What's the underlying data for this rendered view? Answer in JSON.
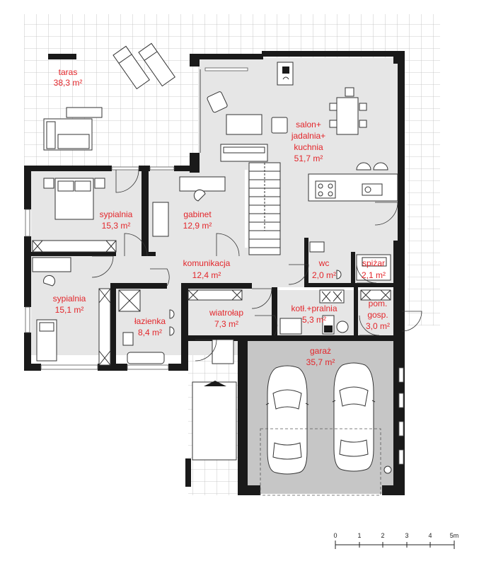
{
  "rooms": [
    {
      "id": "taras",
      "name": "taras",
      "area": "38,3 m²"
    },
    {
      "id": "salon",
      "name_lines": [
        "salon+",
        "jadalnia+",
        "kuchnia"
      ],
      "area": "51,7 m²"
    },
    {
      "id": "sypialnia1",
      "name": "sypialnia",
      "area": "15,3 m²"
    },
    {
      "id": "gabinet",
      "name": "gabinet",
      "area": "12,9 m²"
    },
    {
      "id": "komunikacja",
      "name": "komunikacja",
      "area": "12,4 m²"
    },
    {
      "id": "wc",
      "name": "wc",
      "area": "2,0 m²"
    },
    {
      "id": "spizar",
      "name": "spiżar",
      "area": "2,1 m²"
    },
    {
      "id": "sypialnia2",
      "name": "sypialnia",
      "area": "15,1 m²"
    },
    {
      "id": "lazienka",
      "name": "łazienka",
      "area": "8,4 m²"
    },
    {
      "id": "wiatrolap",
      "name": "wiatrołap",
      "area": "7,3 m²"
    },
    {
      "id": "kotl",
      "name": "kotł.+pralnia",
      "area": "5,3 m²"
    },
    {
      "id": "pom",
      "name_lines": [
        "pom.",
        "gosp."
      ],
      "area": "3,0 m²"
    },
    {
      "id": "garaz",
      "name": "garaż",
      "area": "35,7 m²"
    }
  ],
  "scale_bar": {
    "ticks": [
      "0",
      "1",
      "2",
      "3",
      "4",
      "5m"
    ]
  },
  "colors": {
    "label": "#e3262b",
    "wall": "#1a1a1a",
    "interior_fill": "#e6e6e6",
    "garage_fill": "#c6c6c6",
    "terrace_grid": "#bdbdbd"
  }
}
